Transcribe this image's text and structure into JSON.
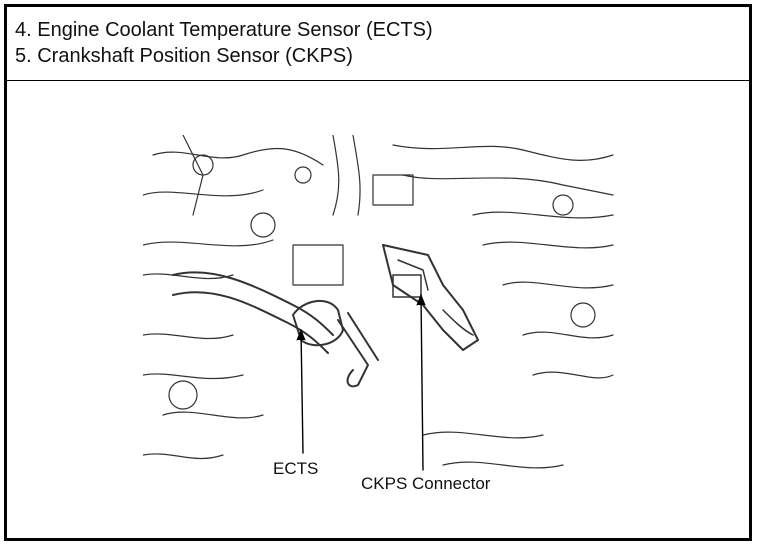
{
  "header": {
    "line1": "4. Engine Coolant Temperature Sensor (ECTS)",
    "line2": "5. Crankshaft Position Sensor (CKPS)"
  },
  "figure": {
    "callout_ects": "ECTS",
    "callout_ckps": "CKPS Connector"
  },
  "colors": {
    "line": "#333333",
    "border": "#000000",
    "background": "#ffffff"
  }
}
